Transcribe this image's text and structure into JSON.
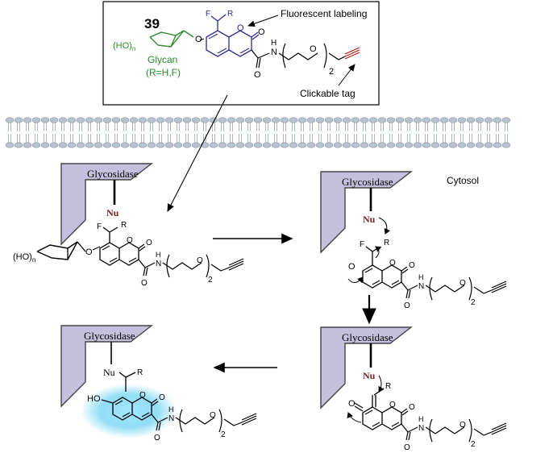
{
  "compound": {
    "number": "39",
    "glycan_label": "Glycan",
    "r_values": "(R=H,F)",
    "ho_group": "(HO)",
    "subscript_n": "n"
  },
  "annotations": {
    "fluorescent": "Fluorescent labeling",
    "clickable": "Clickable tag",
    "cytosol": "Cytosol"
  },
  "atoms": {
    "F": "F",
    "R": "R",
    "O": "O",
    "N": "N",
    "H": "H",
    "Nu": "Nu",
    "HO": "HO",
    "two": "2",
    "ominus": "O"
  },
  "enzyme": {
    "label": "Glycosidase"
  },
  "colors": {
    "enzyme_fill": "#c5c0dd",
    "enzyme_stroke": "#444444",
    "glycan_green": "#2a8a2a",
    "coumarin_blue": "#2b2b8c",
    "nu_red": "#7a1f1f",
    "membrane_fill": "#b9c3d0",
    "glow": "#5fd0f0"
  }
}
